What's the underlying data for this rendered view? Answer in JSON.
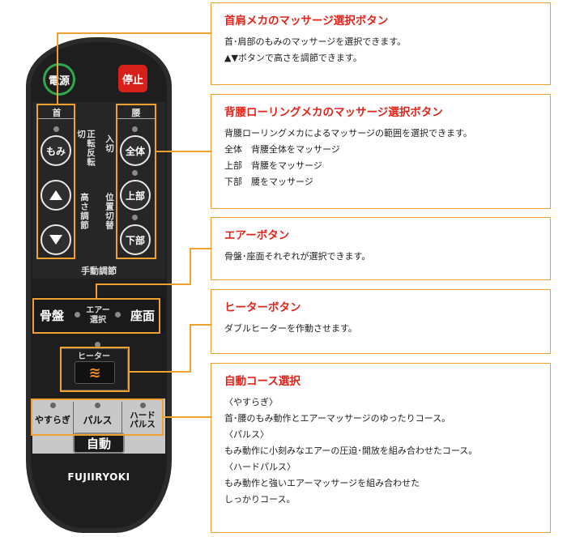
{
  "remote": {
    "power_label": "電源",
    "stop_label": "停止",
    "neck_label": "首",
    "waist_label": "腰",
    "momi_label": "もみ",
    "rotation_label": "正転反転切",
    "height_label": "高さ調節",
    "entry_label": "入切",
    "position_label": "位置切替",
    "whole_label": "全体",
    "upper_label": "上部",
    "lower_label": "下部",
    "manual_label": "手動調節",
    "pelvis_label": "骨盤",
    "air_select_label": "エアー選択",
    "seat_label": "座面",
    "heater_label": "ヒーター",
    "heater_symbol": "≋",
    "yasuragi_label": "やすらぎ",
    "pulse_label": "パルス",
    "hard_pulse_label": "ハードパルス",
    "auto_label": "自動",
    "brand_label": "FUJIIRYOKI",
    "up_icon": "triangle-up",
    "down_icon": "triangle-down"
  },
  "callouts": [
    {
      "title": "首肩メカのマッサージ選択ボタン",
      "body": "首･肩部のもみのマッサージを選択できます。\n▲▼ボタンで高さを調節できます。"
    },
    {
      "title": "背腰ローリングメカのマッサージ選択ボタン",
      "body": "背腰ローリングメカによるマッサージの範囲を選択できます。\n全体　背腰全体をマッサージ\n上部　背腰をマッサージ\n下部　腰をマッサージ"
    },
    {
      "title": "エアーボタン",
      "body": "骨盤･座面それぞれが選択できます。"
    },
    {
      "title": "ヒーターボタン",
      "body": "ダブルヒーターを作動させます。"
    },
    {
      "title": "自動コース選択",
      "body": "〈やすらぎ〉\n首･腰のもみ動作とエアーマッサージのゆったりコース。\n〈パルス〉\nもみ動作に小刻みなエアーの圧迫･開放を組み合わせたコース。\n〈ハードパルス〉\nもみ動作と強いエアーマッサージを組み合わせた\nしっかりコース。"
    }
  ],
  "colors": {
    "accent": "#f0a030",
    "title_red": "#e0241a",
    "power_green": "#2fa84f",
    "stop_red": "#d8201a",
    "remote_body": "#1e1e1e"
  }
}
